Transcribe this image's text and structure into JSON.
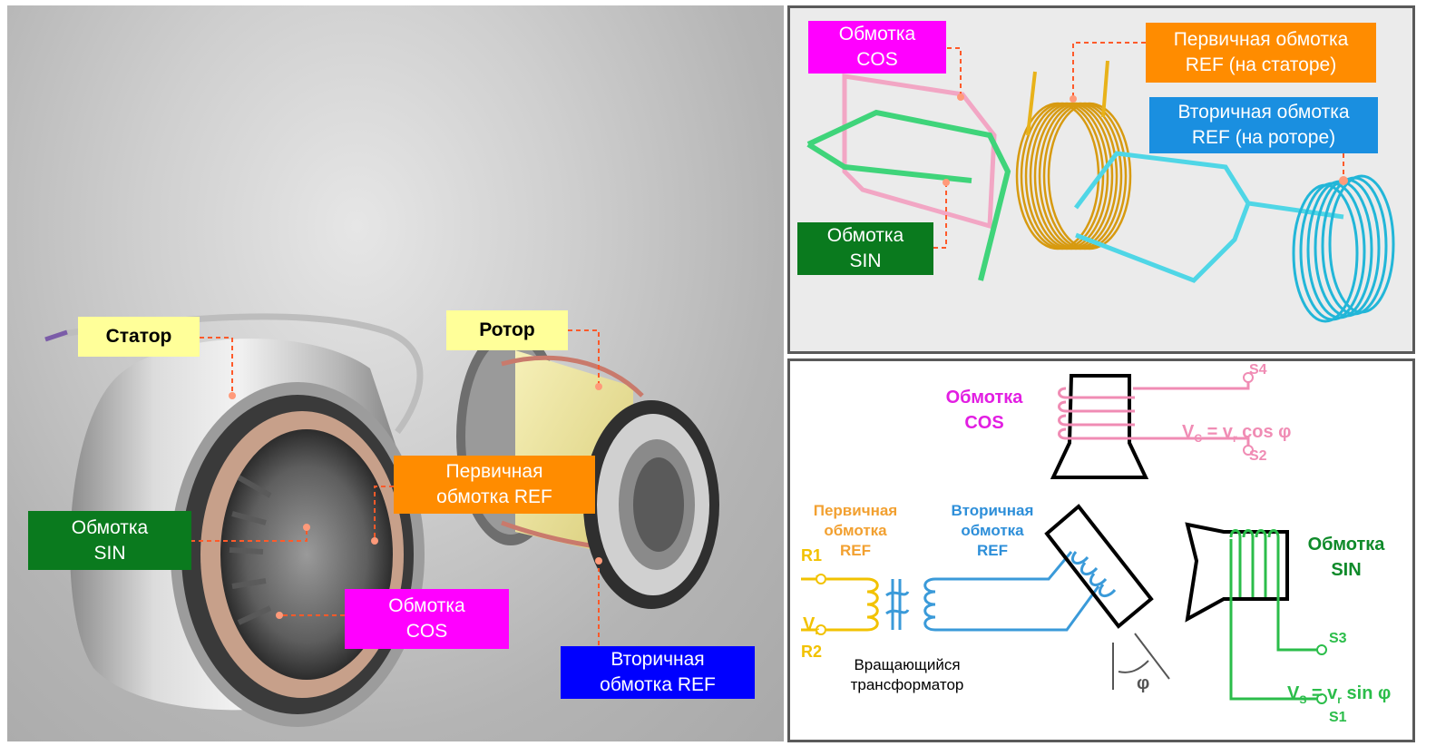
{
  "photo": {
    "labels": {
      "stator": "Статор",
      "rotor": "Ротор",
      "primary_ref": "Первичная\nобмотка REF",
      "sin": "Обмотка\nSIN",
      "cos": "Обмотка\nCOS",
      "secondary_ref": "Вторичная\nобмотка REF"
    }
  },
  "windings3d": {
    "labels": {
      "cos": "Обмотка\nCOS",
      "primary_ref": "Первичная обмотка\nREF (на статоре)",
      "secondary_ref": "Вторичная обмотка\nREF (на роторе)",
      "sin": "Обмотка\nSIN"
    }
  },
  "schematic": {
    "cos_label": "Обмотка\nCOS",
    "sin_label": "Обмотка\nSIN",
    "primary_label": "Первичная\nобмотка\nREF",
    "secondary_label": "Вторичная\nобмотка\nREF",
    "transformer_label": "Вращающийся\nтрансформатор",
    "r1": "R1",
    "r2": "R2",
    "vr": "V",
    "vr_sub": "r",
    "s1": "S1",
    "s2": "S2",
    "s3": "S3",
    "s4": "S4",
    "vc_formula": "V",
    "vc_sub": "C",
    "vc_rest": " = v",
    "vc_rest_sub": "r",
    "vc_tail": " cos φ",
    "vs_formula": "V",
    "vs_sub": "S",
    "vs_rest": " = v",
    "vs_rest_sub": "r",
    "vs_tail": " sin φ",
    "phi": "φ"
  },
  "colors": {
    "yellow_label": "#ffff99",
    "orange_label": "#ff8c00",
    "green_label": "#0a7a1e",
    "magenta_label": "#ff00ff",
    "blue_label": "#0000ff",
    "sky_label": "#1a8fe0",
    "cos_pink": "#f08cb4",
    "sin_green": "#2bbd4a",
    "ref_yellow": "#f2c200",
    "ref_blue": "#3a9ad9"
  }
}
